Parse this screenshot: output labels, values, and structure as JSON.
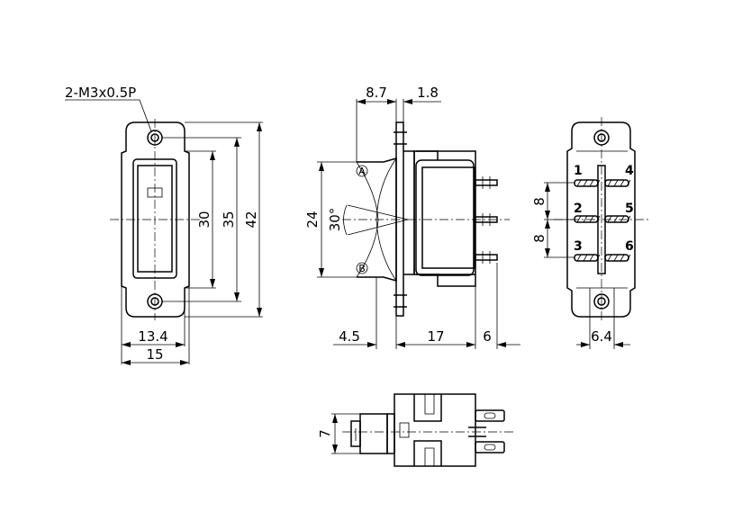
{
  "labels": {
    "thread": "2-M3x0.5P",
    "dim_8_7": "8.7",
    "dim_1_8": "1.8",
    "dim_30": "30",
    "dim_35": "35",
    "dim_42": "42",
    "dim_24": "24",
    "angle_30": "30°",
    "dim_13_4": "13.4",
    "dim_15": "15",
    "dim_4_5": "4.5",
    "dim_17": "17",
    "dim_6": "6",
    "dim_8_top": "8",
    "dim_8_bottom": "8",
    "dim_6_4": "6.4",
    "dim_7": "7",
    "pos_a": "A",
    "pos_b": "B",
    "terminals": [
      "1",
      "2",
      "3",
      "4",
      "5",
      "6"
    ]
  }
}
